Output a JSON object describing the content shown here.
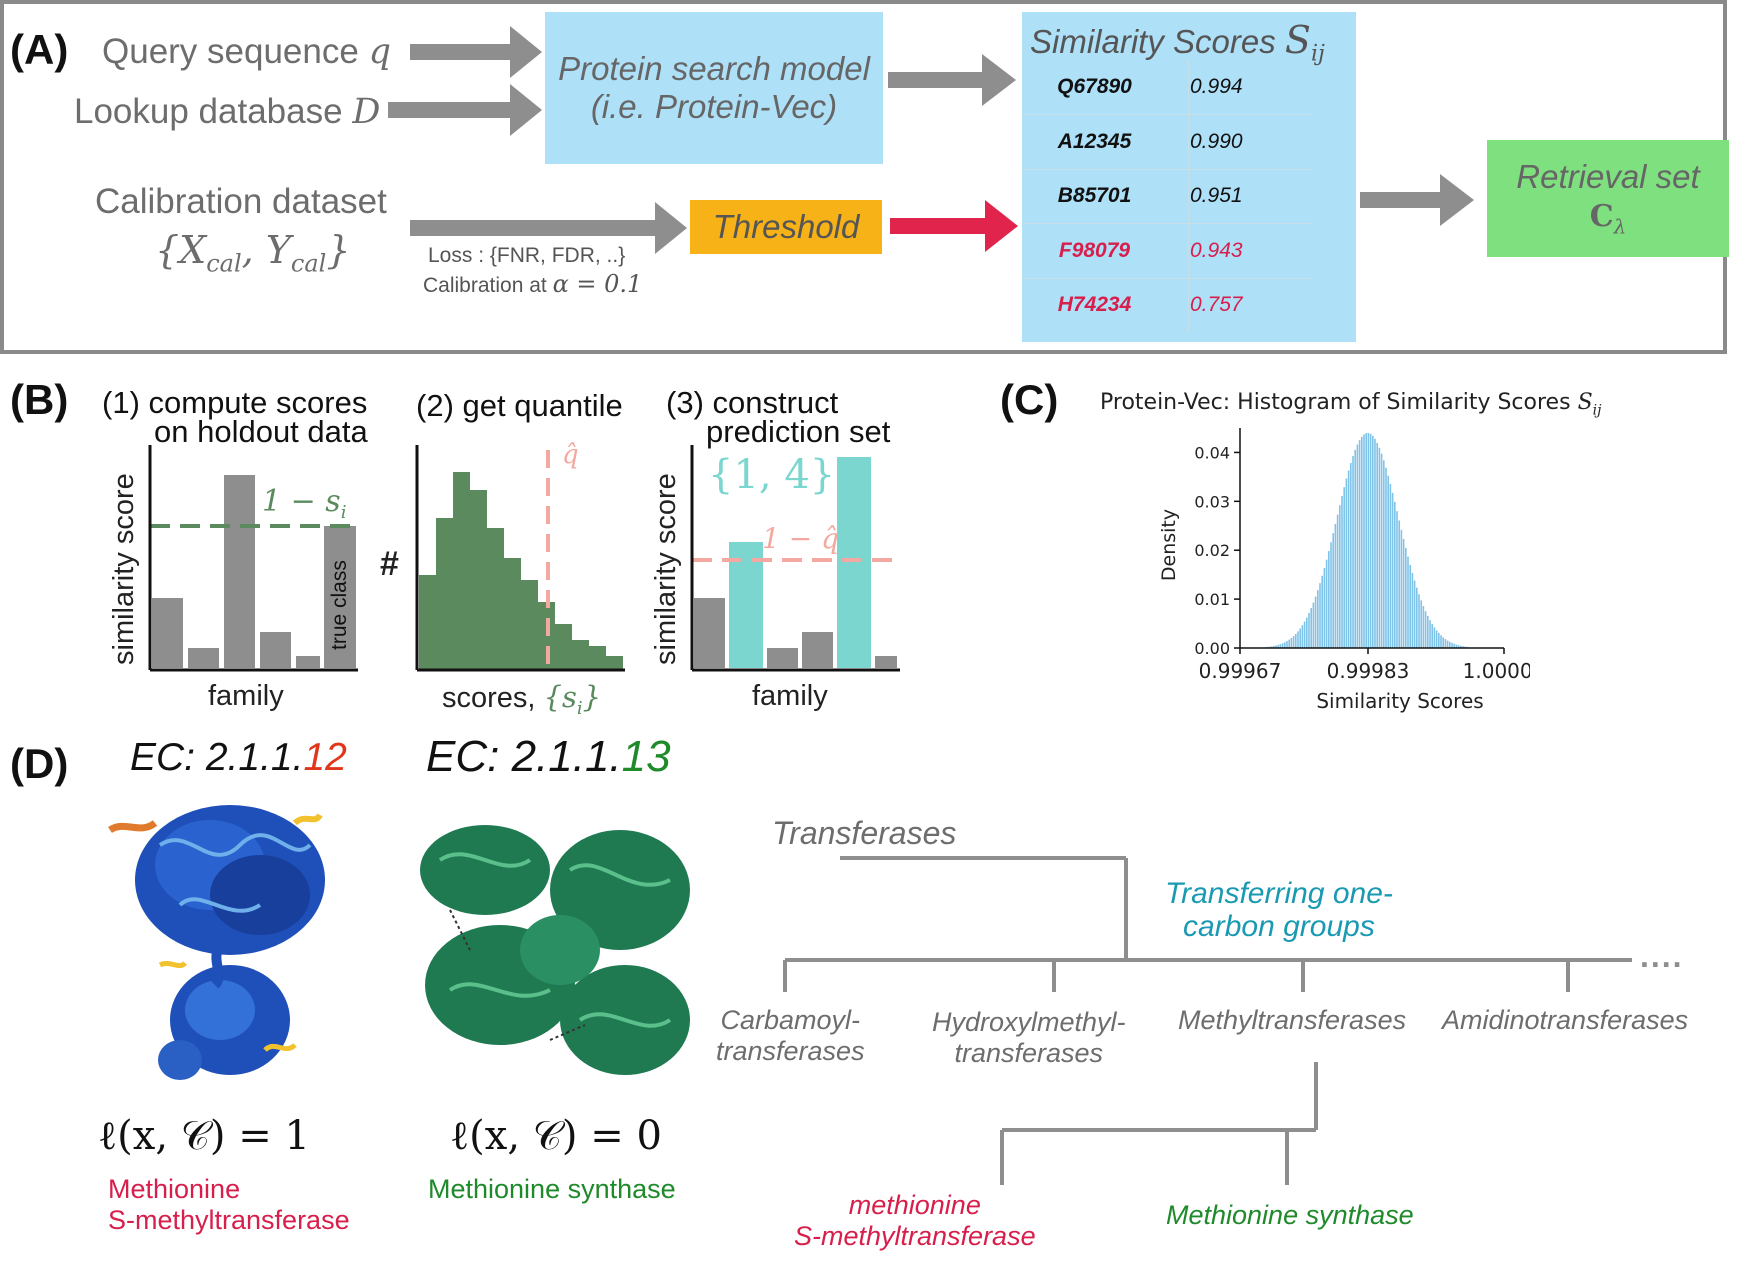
{
  "panel_a": {
    "label": "(A)",
    "query_text": "Query sequence",
    "query_sym": "q",
    "lookup_text": "Lookup database",
    "lookup_sym": "D",
    "calib_text": "Calibration dataset",
    "calib_formula": "{X",
    "calib_sub1": "cal",
    "calib_mid": ", Y",
    "calib_sub2": "cal",
    "calib_end": "}",
    "model_line1": "Protein search model",
    "model_line2": "(i.e. Protein-Vec)",
    "threshold_label": "Threshold",
    "loss_text": "Loss : {FNR, FDR, ..}",
    "calib_alpha_text": "Calibration at",
    "calib_alpha_formula": "α = 0.1",
    "scores_title": "Similarity Scores",
    "scores_sym": "S",
    "scores_sub": "ij",
    "scores": [
      {
        "id": "Q67890",
        "score": "0.994",
        "color": "#111111"
      },
      {
        "id": "A12345",
        "score": "0.990",
        "color": "#111111"
      },
      {
        "id": "B85701",
        "score": "0.951",
        "color": "#111111"
      },
      {
        "id": "F98079",
        "score": "0.943",
        "color": "#d81e4b"
      },
      {
        "id": "H74234",
        "score": "0.757",
        "color": "#d81e4b"
      }
    ],
    "retrieval_line1": "Retrieval set",
    "retrieval_sym": "C",
    "retrieval_sub": "λ"
  },
  "panel_b": {
    "label": "(B)",
    "step1_line1": "(1) compute scores",
    "step1_line2": "on holdout data",
    "step2": "(2) get quantile",
    "step3_line1": "(3) construct",
    "step3_line2": "prediction set",
    "yaxis1": "similarity score",
    "yaxis2": "#",
    "yaxis3": "similarity score",
    "xaxis1": "family",
    "xaxis2": "scores,",
    "xaxis2_sym": "{s",
    "xaxis2_sub": "i",
    "xaxis2_end": "}",
    "xaxis3": "family",
    "one_minus_si": "1 − s",
    "si_sub": "i",
    "true_class": "true class",
    "qhat": "q̂",
    "one_minus_qhat": "1 − q̂",
    "set_label": "{1, 4}",
    "colors": {
      "green": "#5a8a5e",
      "pink": "#f4a9a0",
      "teal": "#7bd6cf",
      "gray": "#8e8e8e"
    }
  },
  "panel_c": {
    "label": "(C)",
    "title": "Protein-Vec: Histogram of Similarity Scores",
    "title_sym": "S",
    "title_sub": "ij"
  },
  "chart_data": {
    "type": "bar",
    "title": "Protein-Vec: Histogram of Similarity Scores S_ij",
    "xlabel": "Similarity Scores",
    "ylabel": "Density",
    "xlim": [
      0.99967,
      1.0
    ],
    "ylim": [
      0,
      0.045
    ],
    "xticks": [
      "0.99967",
      "0.99983",
      "1.00000"
    ],
    "yticks": [
      "0.00",
      "0.01",
      "0.02",
      "0.03",
      "0.04"
    ],
    "distribution": {
      "shape": "normal",
      "mean": 0.99983,
      "peak_density": 0.044
    },
    "color": "#7fc3e8"
  },
  "panel_d": {
    "label": "(D)",
    "ec_left_prefix": "EC: 2.1.1.",
    "ec_left_suffix": "12",
    "ec_right_prefix": "EC: 2.1.1.",
    "ec_right_suffix": "13",
    "loss_left": "ℓ(x, 𝒞) = 1",
    "loss_right": "ℓ(x, 𝒞) = 0",
    "name_left_line1": "Methionine",
    "name_left_line2": "S-methyltransferase",
    "name_right": "Methionine synthase",
    "tree": {
      "root": "Transferases",
      "sub_line1": "Transferring one-",
      "sub_line2": "carbon groups",
      "dots": "....",
      "leaf1_line1": "Carbamoyl-",
      "leaf1_line2": "transferases",
      "leaf2_line1": "Hydroxylmethyl-",
      "leaf2_line2": "transferases",
      "leaf3": "Methyltransferases",
      "leaf4": "Amidinotransferases",
      "child1_line1": "methionine",
      "child1_line2": "S-methyltransferase",
      "child2": "Methionine synthase"
    },
    "colors": {
      "red": "#d81e4b",
      "green": "#1e8a2a",
      "teal": "#1a9ab2"
    }
  }
}
